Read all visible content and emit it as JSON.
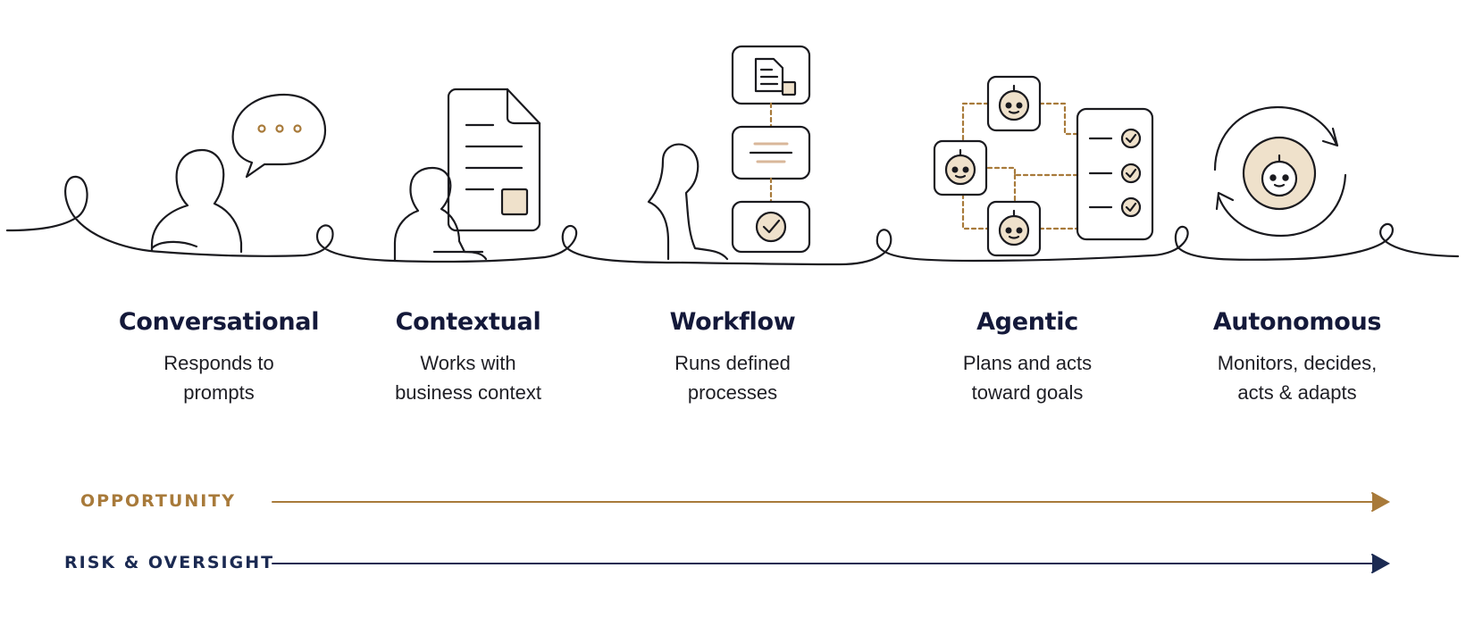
{
  "colors": {
    "ink": "#1a1a1f",
    "navy": "#1b2a52",
    "gold": "#a87a3a",
    "beige": "#efe1cb"
  },
  "stages": [
    {
      "title": "Conversational",
      "desc": [
        "Responds to",
        "prompts"
      ],
      "icon": "person-chat-icon"
    },
    {
      "title": "Contextual",
      "desc": [
        "Works with",
        "business context"
      ],
      "icon": "person-document-icon"
    },
    {
      "title": "Workflow",
      "desc": [
        "Runs defined",
        "processes"
      ],
      "icon": "person-workflow-icon"
    },
    {
      "title": "Agentic",
      "desc": [
        "Plans and acts",
        "toward goals"
      ],
      "icon": "agent-network-icon"
    },
    {
      "title": "Autonomous",
      "desc": [
        "Monitors, decides,",
        "acts & adapts"
      ],
      "icon": "autonomous-loop-icon"
    }
  ],
  "axes": {
    "opportunity": "OPPORTUNITY",
    "risk": "RISK & OVERSIGHT"
  }
}
